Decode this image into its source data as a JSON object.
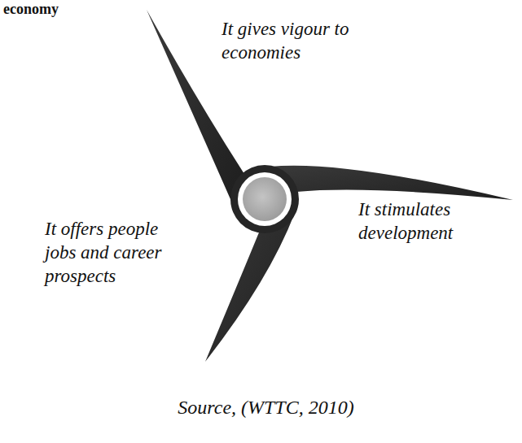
{
  "diagram": {
    "title": "economy",
    "caption": "Source, (WTTC, 2010)",
    "labels": [
      "It gives vigour to economies",
      "It stimulates development",
      "It offers people jobs and career prospects"
    ]
  }
}
